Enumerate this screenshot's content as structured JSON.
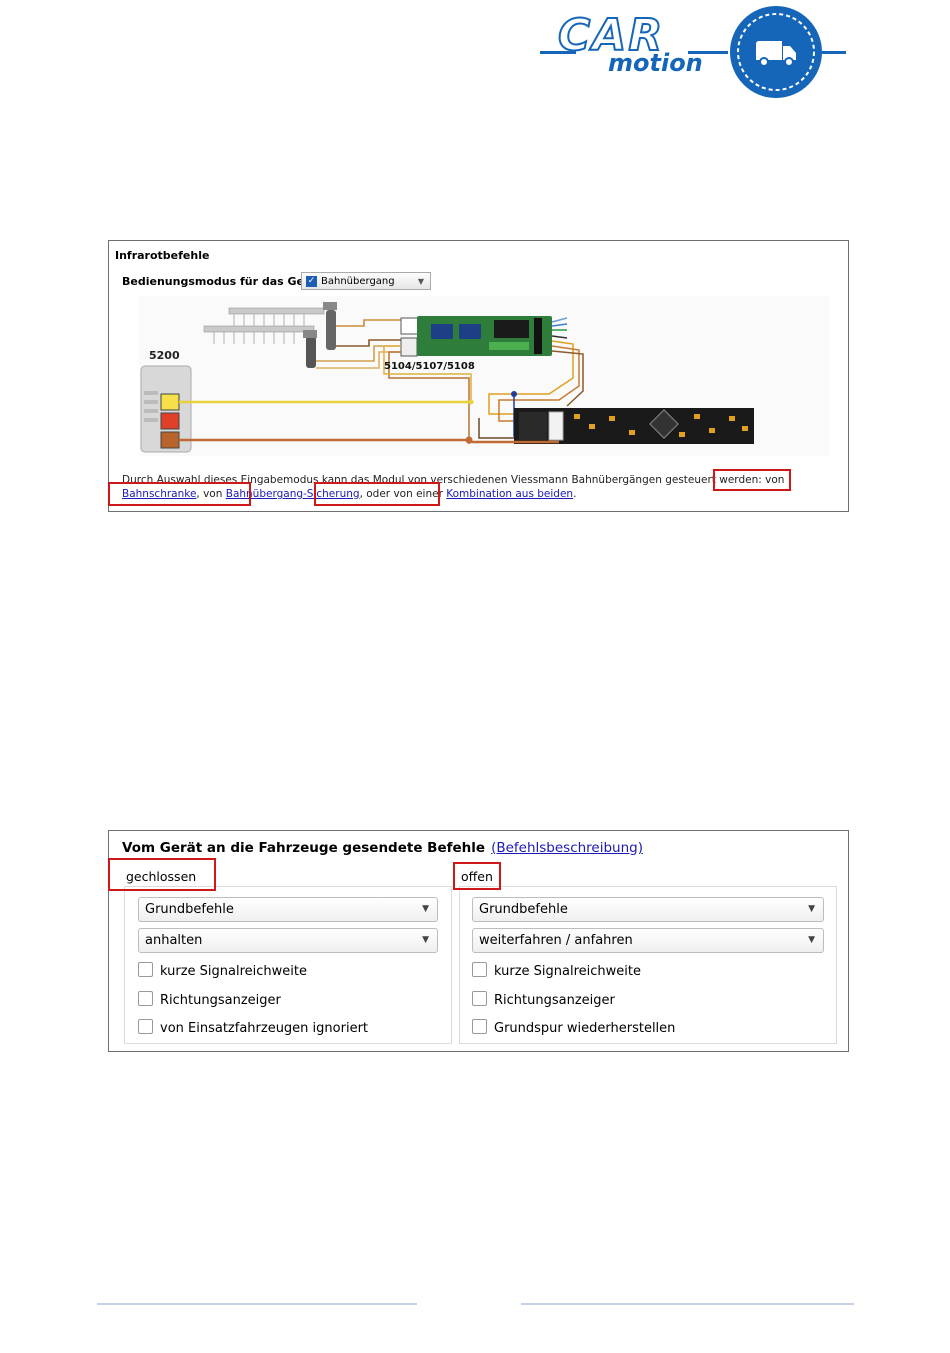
{
  "logo": {
    "word1": "CAR",
    "word2": "motion",
    "icon": "truck-icon",
    "brand_color": "#1565b8"
  },
  "panel1": {
    "title": "Infrarotbefehle",
    "mode_label": "Bedienungsmodus für das Gerät",
    "mode_value": "Bahnübergang",
    "diagram": {
      "label_device": "5200",
      "label_module": "5104/5107/5108"
    },
    "description": {
      "text_before": "Durch Auswahl dieses Eingabemodus kann das Modul von verschiedenen Viessmann Bahnübergängen gesteuert werden: von ",
      "link1": "Bahnschranke",
      "text_mid1": ", von ",
      "link2": "Bahnübergang-Sicherung",
      "text_mid2": ", oder von einer ",
      "link3": "Kombination aus beiden",
      "text_end": "."
    },
    "highlight_color": "#d01818"
  },
  "panel2": {
    "title": "Vom Gerät an die Fahrzeuge gesendete Befehle",
    "title_link": "(Befehlsbeschreibung)",
    "left": {
      "label": "gechlossen",
      "select1": "Grundbefehle",
      "select2": "anhalten",
      "checks": [
        "kurze Signalreichweite",
        "Richtungsanzeiger",
        "von Einsatzfahrzeugen ignoriert"
      ]
    },
    "right": {
      "label": "offen",
      "select1": "Grundbefehle",
      "select2": "weiterfahren / anfahren",
      "checks": [
        "kurze Signalreichweite",
        "Richtungsanzeiger",
        "Grundspur wiederherstellen"
      ]
    }
  }
}
